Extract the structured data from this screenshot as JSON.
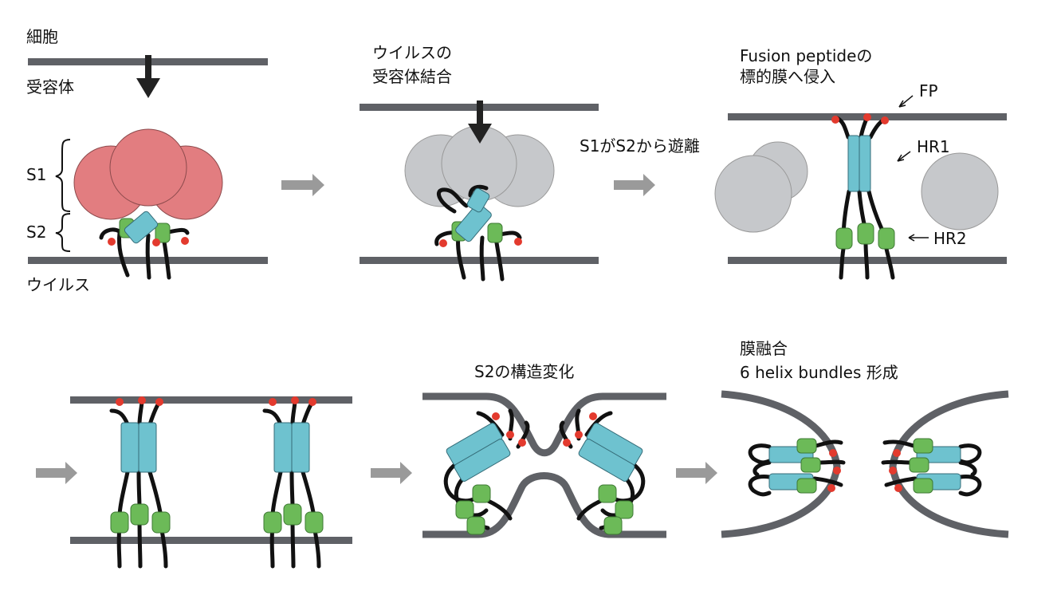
{
  "labels": {
    "cell": "細胞",
    "receptor": "受容体",
    "s1": "S1",
    "s2": "S2",
    "virus": "ウイルス",
    "receptor_binding_1": "ウイルスの",
    "receptor_binding_2": "受容体結合",
    "s1_dissociation": "S1がS2から遊離",
    "fusion_peptide_1": "Fusion  peptideの",
    "fusion_peptide_2": "標的膜へ侵入",
    "fp": "FP",
    "hr1": "HR1",
    "hr2": "HR2",
    "s2_conformation": "S2の構造変化",
    "membrane_fusion_1": "膜融合",
    "membrane_fusion_2": "6 helix bundles 形成"
  },
  "colors": {
    "membrane": "#5f6166",
    "s1_red": "#e27d80",
    "s1_gray": "#c6c8cb",
    "hr1_cyan": "#6ec2cf",
    "hr2_green": "#6cba58",
    "fusion_peptide_red": "#e33a2e",
    "chain": "#111111",
    "arrow_gray": "#9a9a9a"
  }
}
